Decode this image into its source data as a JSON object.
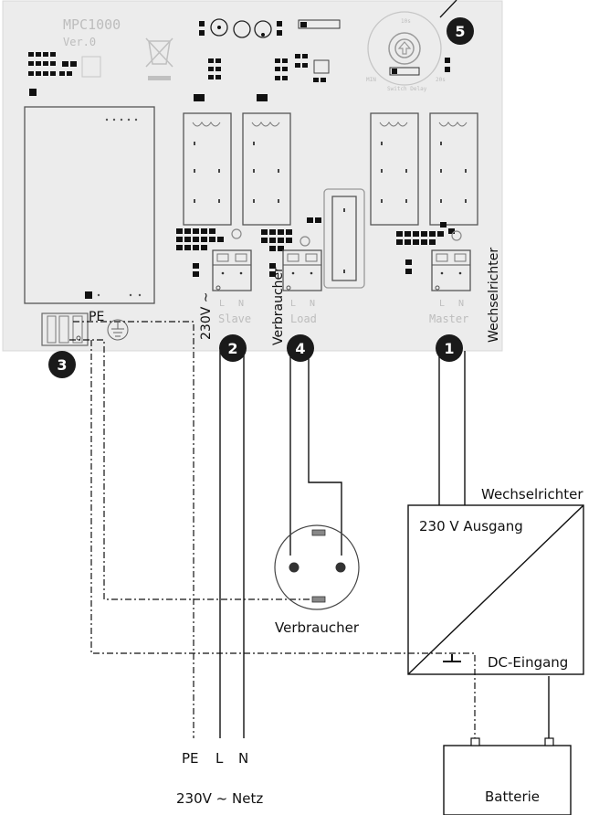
{
  "board": {
    "model": "MPC1000",
    "version": "Ver.0",
    "pot_top": "10s",
    "pot_min": "MIN",
    "pot_max": "20s",
    "pot_name": "Switch Delay",
    "terminal_slave": "Slave",
    "terminal_load": "Load",
    "terminal_master": "Master",
    "pin_l": "L",
    "pin_n": "N",
    "side_label": "Wechselrichter",
    "pe_label": "PE",
    "slave_label": "230V ~",
    "load_label": "Verbraucher"
  },
  "badges": [
    "1",
    "2",
    "3",
    "4",
    "5"
  ],
  "inverter": {
    "title": "Wechselrichter",
    "ac_output": "230 V Ausgang",
    "dc_input": "DC-Eingang"
  },
  "socket_label": "Verbraucher",
  "grid": {
    "pe": "PE",
    "l": "L",
    "n": "N",
    "title": "230V ~ Netz"
  },
  "battery_label": "Batterie"
}
